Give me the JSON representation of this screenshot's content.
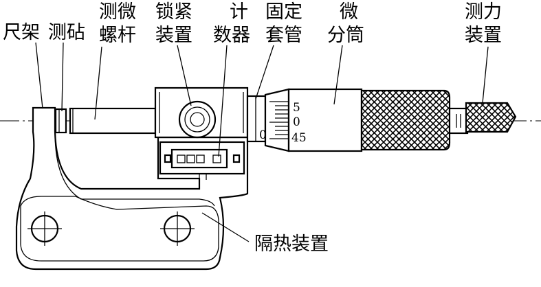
{
  "labels": {
    "frame": "尺架",
    "anvil": "测砧",
    "spindle_line1": "测微",
    "spindle_line2": "螺杆",
    "lock_line1": "锁紧",
    "lock_line2": "装置",
    "counter_line1": "计",
    "counter_line2": "数器",
    "sleeve_line1": "固定",
    "sleeve_line2": "套管",
    "thimble_line1": "微",
    "thimble_line2": "分筒",
    "ratchet_line1": "测力",
    "ratchet_line2": "装置",
    "insulation": "隔热装置"
  },
  "scale": {
    "thimble_top": "5",
    "thimble_mid": "0",
    "thimble_bottom": "45",
    "sleeve_zero": "0"
  }
}
